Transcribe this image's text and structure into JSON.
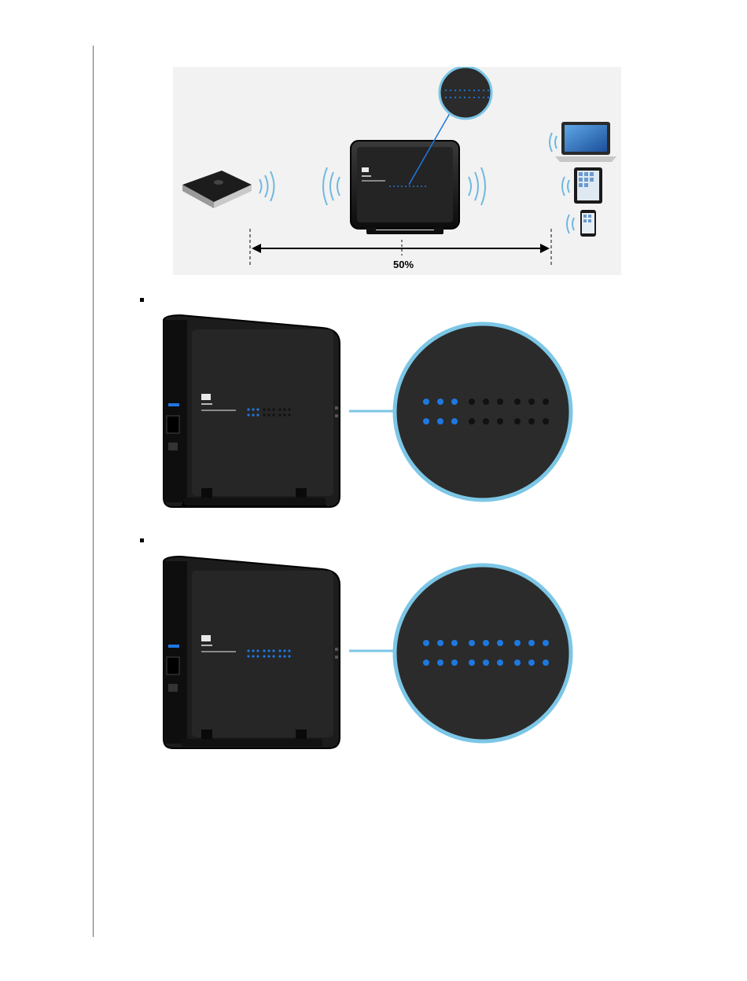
{
  "diagram": {
    "distance_label": "50%",
    "zoom_leds": {
      "rows": 2,
      "per_row": 10,
      "lit_per_row": 10
    },
    "extender_leds": {
      "rows": 2,
      "per_row": 10,
      "lit_per_row": 10
    }
  },
  "examples": [
    {
      "leds": {
        "rows": 2,
        "per_row": 9,
        "lit_per_row": 3
      }
    },
    {
      "leds": {
        "rows": 2,
        "per_row": 9,
        "lit_per_row": 9
      }
    }
  ],
  "colors": {
    "led_on": "#1e78e0",
    "led_off": "#111111",
    "ring": "#7cc6e6",
    "wave": "#6fb9e0",
    "device_body": "#1b1b1b"
  }
}
